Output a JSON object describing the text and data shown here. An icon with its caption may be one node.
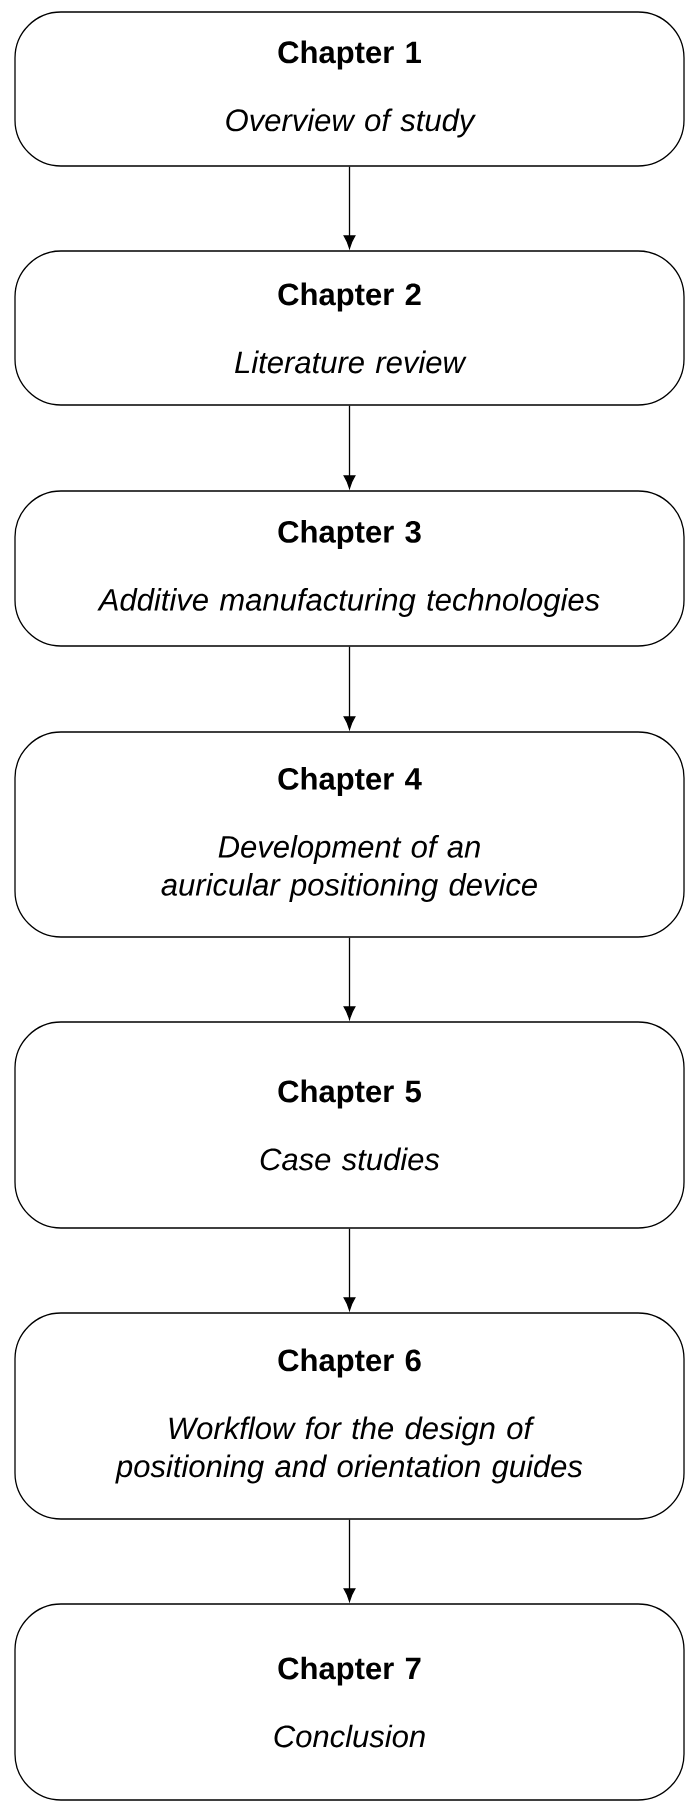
{
  "diagram": {
    "nodes": [
      {
        "text": [
          "Chapter 1",
          "Overview of study"
        ]
      },
      {
        "text": [
          "Chapter 2",
          "Literature review"
        ]
      },
      {
        "text": [
          "Chapter 3",
          "Additive manufacturing technologies"
        ]
      },
      {
        "text": [
          "Chapter 4",
          "Development of an auricular positioning device"
        ]
      },
      {
        "text": [
          "Chapter 5",
          "Case studies"
        ]
      },
      {
        "text": [
          "Chapter 6",
          "Workflow for the design of positioning and orientation guides"
        ]
      },
      {
        "text": [
          "Chapter 7",
          "Conclusion"
        ]
      }
    ],
    "edges": [
      {
        "from": 0,
        "to": 1,
        "arrow": "to"
      },
      {
        "from": 1,
        "to": 2,
        "arrow": "to"
      },
      {
        "from": 2,
        "to": 3,
        "arrow": "to"
      },
      {
        "from": 3,
        "to": 4,
        "arrow": "to"
      },
      {
        "from": 4,
        "to": 5,
        "arrow": "to"
      },
      {
        "from": 5,
        "to": 6,
        "arrow": "to"
      }
    ]
  }
}
